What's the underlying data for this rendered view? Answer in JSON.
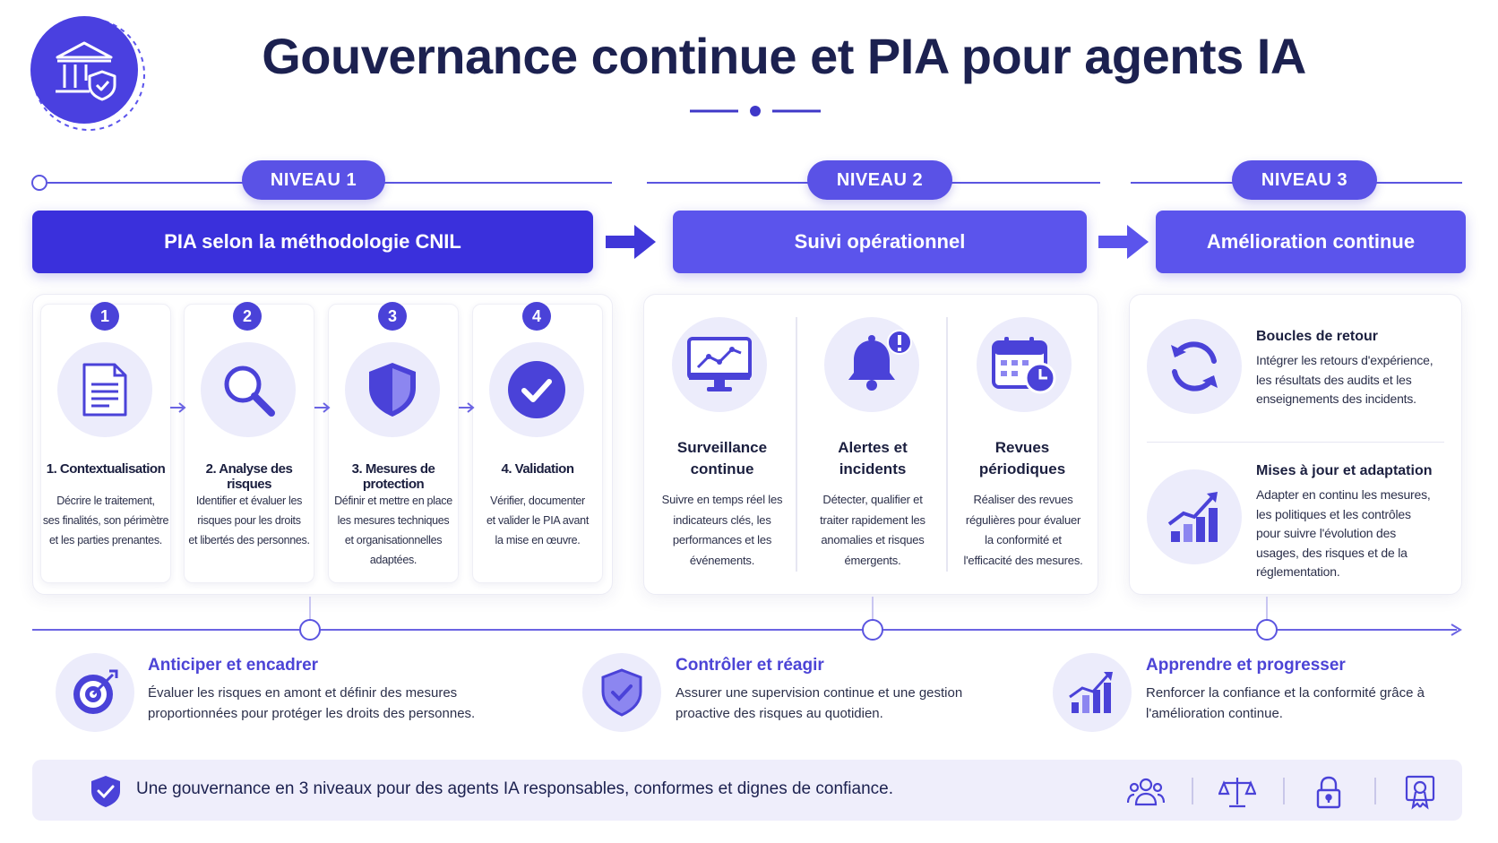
{
  "header": {
    "title": "Gouvernance continue et PIA pour agents IA",
    "logo_icon": "bank-shield-icon"
  },
  "levels": [
    {
      "pill": "NIVEAU 1",
      "banner": "PIA selon la méthodologie CNIL"
    },
    {
      "pill": "NIVEAU 2",
      "banner": "Suivi opérationnel"
    },
    {
      "pill": "NIVEAU 3",
      "banner": "Amélioration continue"
    }
  ],
  "level1_steps": [
    {
      "num": "1",
      "icon": "document-icon",
      "title": "1. Contextualisation",
      "desc": [
        "Décrire le traitement,",
        "ses finalités, son périmètre",
        "et les parties prenantes."
      ]
    },
    {
      "num": "2",
      "icon": "magnifier-icon",
      "title": "2. Analyse des risques",
      "desc": [
        "Identifier et évaluer les",
        "risques pour les droits",
        "et libertés des personnes."
      ]
    },
    {
      "num": "3",
      "icon": "shield-icon",
      "title": "3. Mesures de protection",
      "desc": [
        "Définir et mettre en place",
        "les mesures techniques",
        "et organisationnelles",
        "adaptées."
      ]
    },
    {
      "num": "4",
      "icon": "check-circle-icon",
      "title": "4. Validation",
      "desc": [
        "Vérifier, documenter",
        "et valider le PIA avant",
        "la mise en œuvre."
      ]
    }
  ],
  "level2_items": [
    {
      "icon": "monitor-chart-icon",
      "title": [
        "Surveillance",
        "continue"
      ],
      "desc": [
        "Suivre en temps réel les",
        "indicateurs clés, les",
        "performances et les",
        "événements."
      ]
    },
    {
      "icon": "bell-alert-icon",
      "title": [
        "Alertes et",
        "incidents"
      ],
      "desc": [
        "Détecter, qualifier et",
        "traiter rapidement les",
        "anomalies et risques",
        "émergents."
      ]
    },
    {
      "icon": "calendar-clock-icon",
      "title": [
        "Revues",
        "périodiques"
      ],
      "desc": [
        "Réaliser des revues",
        "régulières pour évaluer",
        "la conformité et",
        "l'efficacité des mesures."
      ]
    }
  ],
  "level3_items": [
    {
      "icon": "feedback-loop-icon",
      "title": "Boucles de retour",
      "desc": [
        "Intégrer les retours d'expérience,",
        "les résultats des audits et les",
        "enseignements des incidents."
      ]
    },
    {
      "icon": "growth-chart-icon",
      "title": "Mises à jour et adaptation",
      "desc": [
        "Adapter en continu les mesures,",
        "les politiques et les contrôles",
        "pour suivre l'évolution des",
        "usages, des risques et de la",
        "réglementation."
      ]
    }
  ],
  "bottom": [
    {
      "icon": "target-icon",
      "title": "Anticiper et encadrer",
      "desc": [
        "Évaluer les risques en amont et définir des mesures",
        "proportionnées pour protéger les droits des personnes."
      ]
    },
    {
      "icon": "shield-check-icon",
      "title": "Contrôler et réagir",
      "desc": [
        "Assurer une supervision continue et une gestion",
        "proactive des risques au quotidien."
      ]
    },
    {
      "icon": "bar-growth-icon",
      "title": "Apprendre et progresser",
      "desc": [
        "Renforcer la confiance et la conformité grâce à",
        "l'amélioration continue."
      ]
    }
  ],
  "footer": {
    "text": "Une gouvernance en 3 niveaux pour des agents IA responsables, conformes et dignes de confiance.",
    "icons": [
      "shield-check-icon",
      "people-icon",
      "scale-icon",
      "lock-icon",
      "certificate-icon"
    ]
  },
  "colors": {
    "primary": "#3a30dc",
    "accent": "#5b54ec",
    "soft": "#ececfb",
    "text": "#1c2150"
  }
}
